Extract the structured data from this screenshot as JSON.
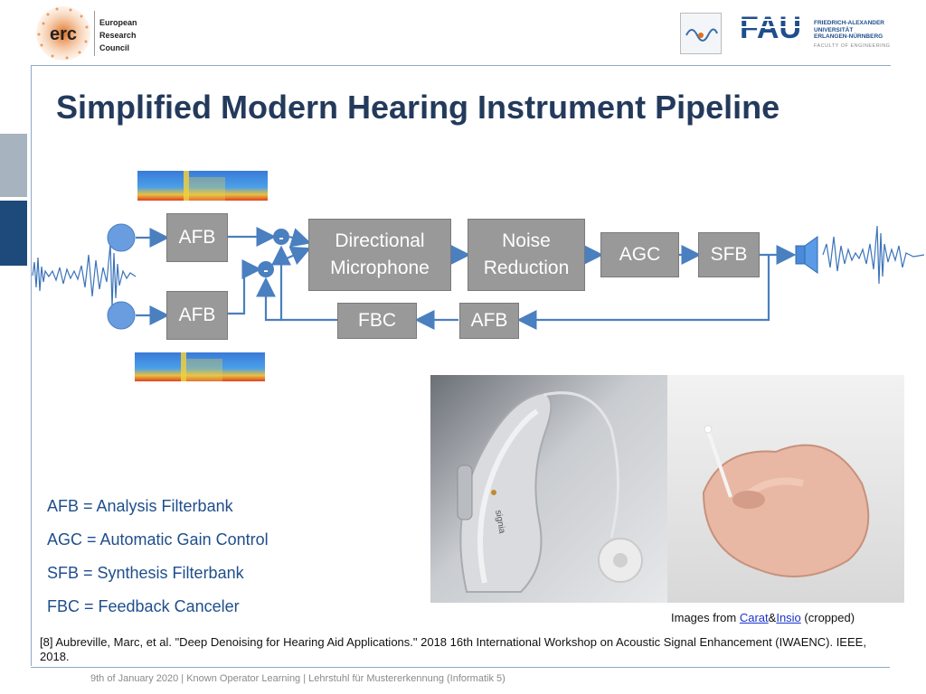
{
  "header": {
    "erc_mark": "erc",
    "erc_lines": [
      "European",
      "Research",
      "Council"
    ],
    "fau_mark": "FAU",
    "fau_lines": [
      "FRIEDRICH-ALEXANDER",
      "UNIVERSITÄT",
      "ERLANGEN-NÜRNBERG"
    ],
    "fau_faculty": "FACULTY OF ENGINEERING"
  },
  "title": "Simplified Modern Hearing Instrument Pipeline",
  "diagram": {
    "afb_top": "AFB",
    "afb_bottom": "AFB",
    "minus_top": "-",
    "minus_bottom": "-",
    "directional_line1": "Directional",
    "directional_line2": "Microphone",
    "noise_line1": "Noise",
    "noise_line2": "Reduction",
    "agc": "AGC",
    "sfb": "SFB",
    "fbc": "FBC",
    "afb_feedback": "AFB"
  },
  "legend": [
    "AFB = Analysis Filterbank",
    "AGC = Automatic Gain Control",
    "SFB = Synthesis Filterbank",
    "FBC = Feedback Canceler"
  ],
  "photos": {
    "brand_text": "signia"
  },
  "credit": {
    "prefix": "Images from ",
    "link1": "Carat",
    "amp": "&",
    "link2": "Insio",
    "suffix": " (cropped)"
  },
  "reference": "[8] Aubreville, Marc, et al. \"Deep Denoising for Hearing Aid Applications.\" 2018 16th International Workshop on Acoustic Signal Enhancement (IWAENC). IEEE, 2018.",
  "footer": "9th of January 2020  |  Known Operator Learning  |   Lehrstuhl für Mustererkennung (Informatik 5)",
  "colors": {
    "title": "#233a5c",
    "block": "#999999",
    "arrow": "#4a7fc0",
    "legend": "#1f4e8c"
  }
}
